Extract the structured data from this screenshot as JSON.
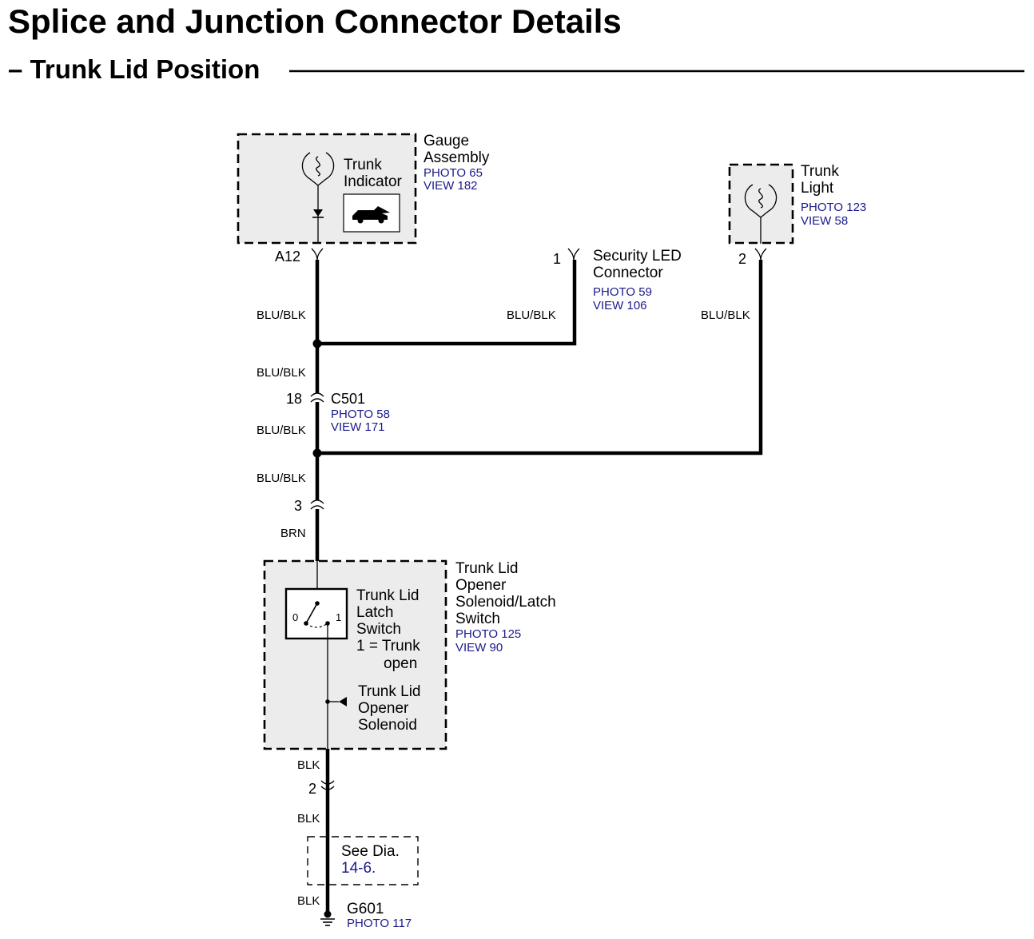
{
  "page": {
    "title": "Splice and Junction Connector Details",
    "subtitle": "– Trunk Lid Position"
  },
  "gauge_assembly": {
    "name_line1": "Gauge",
    "name_line2": "Assembly",
    "photo": "PHOTO 65",
    "view": "VIEW 182",
    "indicator_line1": "Trunk",
    "indicator_line2": "Indicator",
    "pin": "A12"
  },
  "security_led": {
    "name_line1": "Security LED",
    "name_line2": "Connector",
    "photo": "PHOTO 59",
    "view": "VIEW 106",
    "pin": "1"
  },
  "trunk_light": {
    "name_line1": "Trunk",
    "name_line2": "Light",
    "photo": "PHOTO 123",
    "view": "VIEW 58",
    "pin": "2"
  },
  "c501": {
    "name": "C501",
    "photo": "PHOTO 58",
    "view": "VIEW 171",
    "pin": "18"
  },
  "connector_3": {
    "pin": "3"
  },
  "wire_colors": {
    "gauge_to_splice": "BLU/BLK",
    "security_led": "BLU/BLK",
    "trunk_light": "BLU/BLK",
    "splice_to_c501": "BLU/BLK",
    "c501_to_splice": "BLU/BLK",
    "splice_to_c3": "BLU/BLK",
    "c3_to_opener": "BRN",
    "opener_to_c2": "BLK",
    "c2_to_ref": "BLK",
    "ref_to_ground": "BLK"
  },
  "opener": {
    "name_line1": "Trunk Lid",
    "name_line2": "Opener",
    "name_line3": "Solenoid/Latch",
    "name_line4": "Switch",
    "photo": "PHOTO 125",
    "view": "VIEW 90",
    "switch_line1": "Trunk Lid",
    "switch_line2": "Latch",
    "switch_line3": "Switch",
    "switch_line4": "1 = Trunk",
    "switch_line5": "open",
    "switch_pos0": "0",
    "switch_pos1": "1",
    "solenoid_line1": "Trunk Lid",
    "solenoid_line2": "Opener",
    "solenoid_line3": "Solenoid",
    "pin": "2"
  },
  "reference": {
    "line1": "See Dia.",
    "line2": "14-6."
  },
  "ground": {
    "name": "G601",
    "photo": "PHOTO 117"
  }
}
